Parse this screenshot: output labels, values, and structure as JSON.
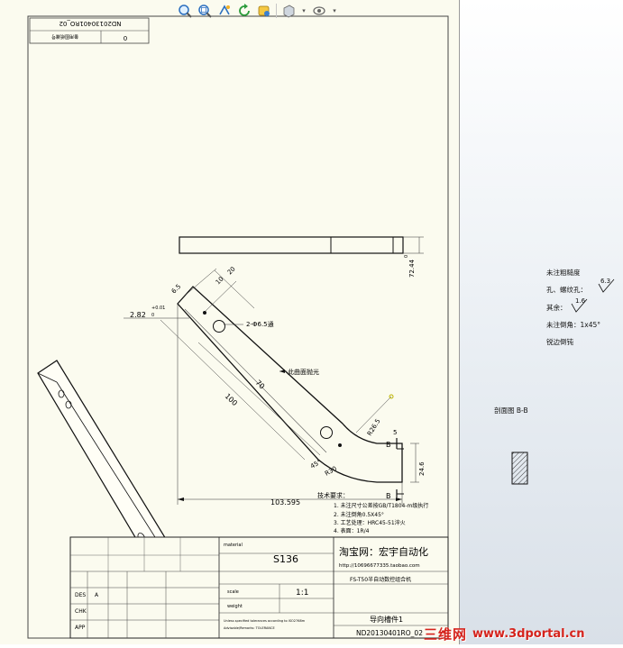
{
  "toolbar": {
    "icons": [
      "zoom-to-fit-icon",
      "zoom-to-area-icon",
      "previous-view-icon",
      "rebuild-icon",
      "edit-appearance-icon",
      "display-style-icon",
      "hide-show-items-icon"
    ]
  },
  "sheet": {
    "rotated_title_code": "ND20130401RO_02",
    "rotated_small_label": "备用图纸编号",
    "rotated_zero": "0",
    "dimensions": {
      "thickness": "2.82",
      "tol_plus": "+0.01",
      "tol_zero": "0",
      "d_6_5": "6.5",
      "d_10": "10",
      "d_20": "20",
      "hole": "2-Φ6.5通",
      "polish": "此曲面抛光",
      "d_70": "70",
      "d_100": "100",
      "r26": "R26.5",
      "d_5": "5",
      "d_45": "45°",
      "r30": "R30",
      "d_24": "24.6",
      "total_width": "103.595",
      "height_side": "72.44",
      "height_side_tol": "0",
      "section_a": "B",
      "section_b": "B"
    },
    "tech_req": {
      "title": "技术要求：",
      "items": [
        "1. 未注尺寸公差按GB/T1804-m级执行",
        "2. 未注倒角0.5X45°",
        "3. 工艺处理：HRC45-51淬火",
        "4. 表面：1R/4"
      ]
    },
    "title_block": {
      "part_no": "S136",
      "material_label": "material",
      "scale_label": "scale",
      "scale": "1:1",
      "weight_label": "weight",
      "shop_cn": "淘宝网：宏宇自动化",
      "shop_url": "http://10696677335.taobao.com",
      "product": "FS-T50半自动数控组合机",
      "part_name": "导向槽件1",
      "drawing_no": "ND20130401RO_02",
      "row_labels": [
        "DES",
        "CHK",
        "APP"
      ],
      "revision": "A",
      "note_small_1": "Unless specified tolerances according to ISO2768m",
      "note_small_2": "Advisable/Remarks: TOLERANCE"
    }
  },
  "side_notes": {
    "rough_title": "未注粗糙度",
    "hole_label": "孔、螺纹孔：",
    "hole_val": "6.3",
    "other_label": "其余：",
    "other_val": "1.6",
    "chamfer": "未注倒角：1x45°",
    "deburr": "锐边倒钝",
    "section_label": "剖面图 B-B"
  },
  "watermark": {
    "logo": "三维网",
    "url": "www.3dportal.cn"
  }
}
